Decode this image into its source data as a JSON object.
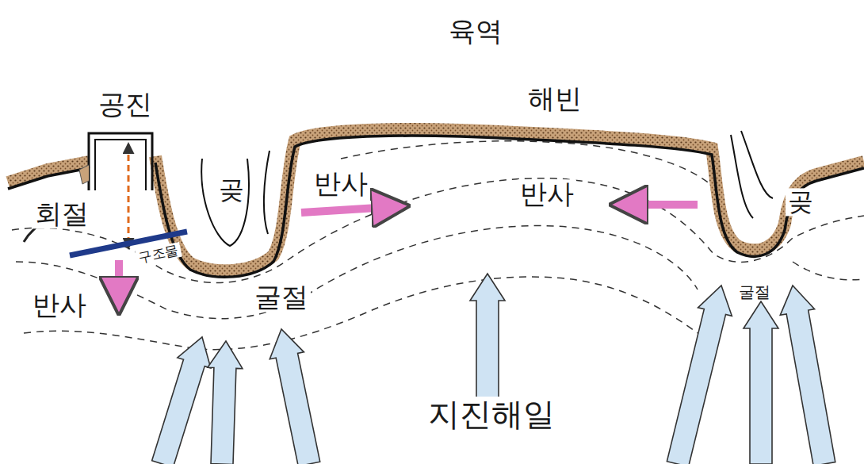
{
  "diagram": {
    "labels": [
      "육역",
      "공진",
      "해빈",
      "곶",
      "반사",
      "반사",
      "곶",
      "회절",
      "구조물",
      "반사",
      "굴절",
      "굴절",
      "지진해일"
    ]
  }
}
